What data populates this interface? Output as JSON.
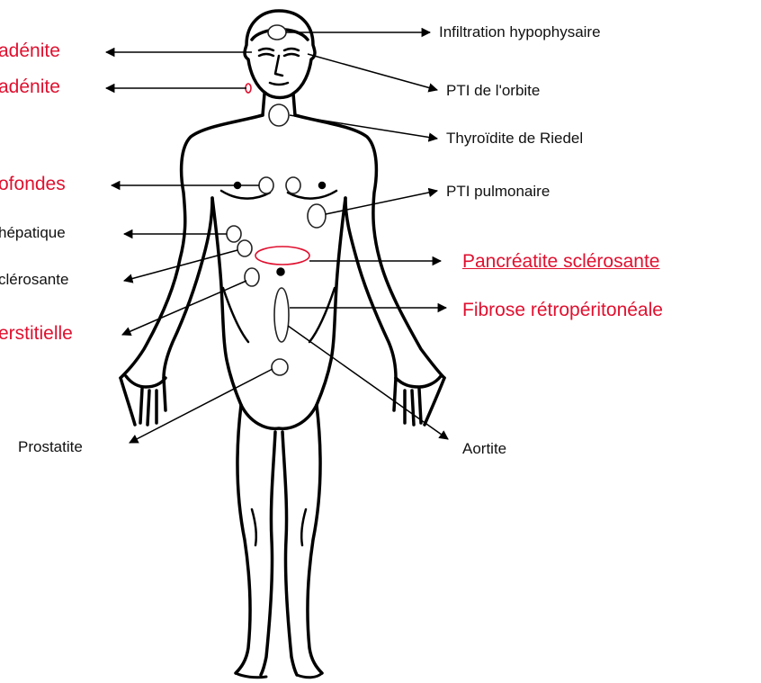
{
  "colors": {
    "black_label": "#111111",
    "red_label": "#e0102f",
    "body_outline": "#000000",
    "lesion_outline": "#222222",
    "highlight": "#e0102f"
  },
  "labels": {
    "left": {
      "adenite_1": "adénite",
      "adenite_2": "adénite",
      "profondes": "ofondes",
      "hepatique": "hépatique",
      "sclerosante": "clérosante",
      "interstitielle": "erstitielle",
      "prostatite": "Prostatite"
    },
    "right": {
      "infiltration": "Infiltration hypophysaire",
      "pti_orbite": "PTI de l'orbite",
      "thyroidite": "Thyroïdite de Riedel",
      "pti_pulmonaire": "PTI pulmonaire",
      "pancreatite": "Pancréatite sclérosante",
      "fibrose": "Fibrose rétropéritonéale",
      "aortite": "Aortite"
    }
  }
}
